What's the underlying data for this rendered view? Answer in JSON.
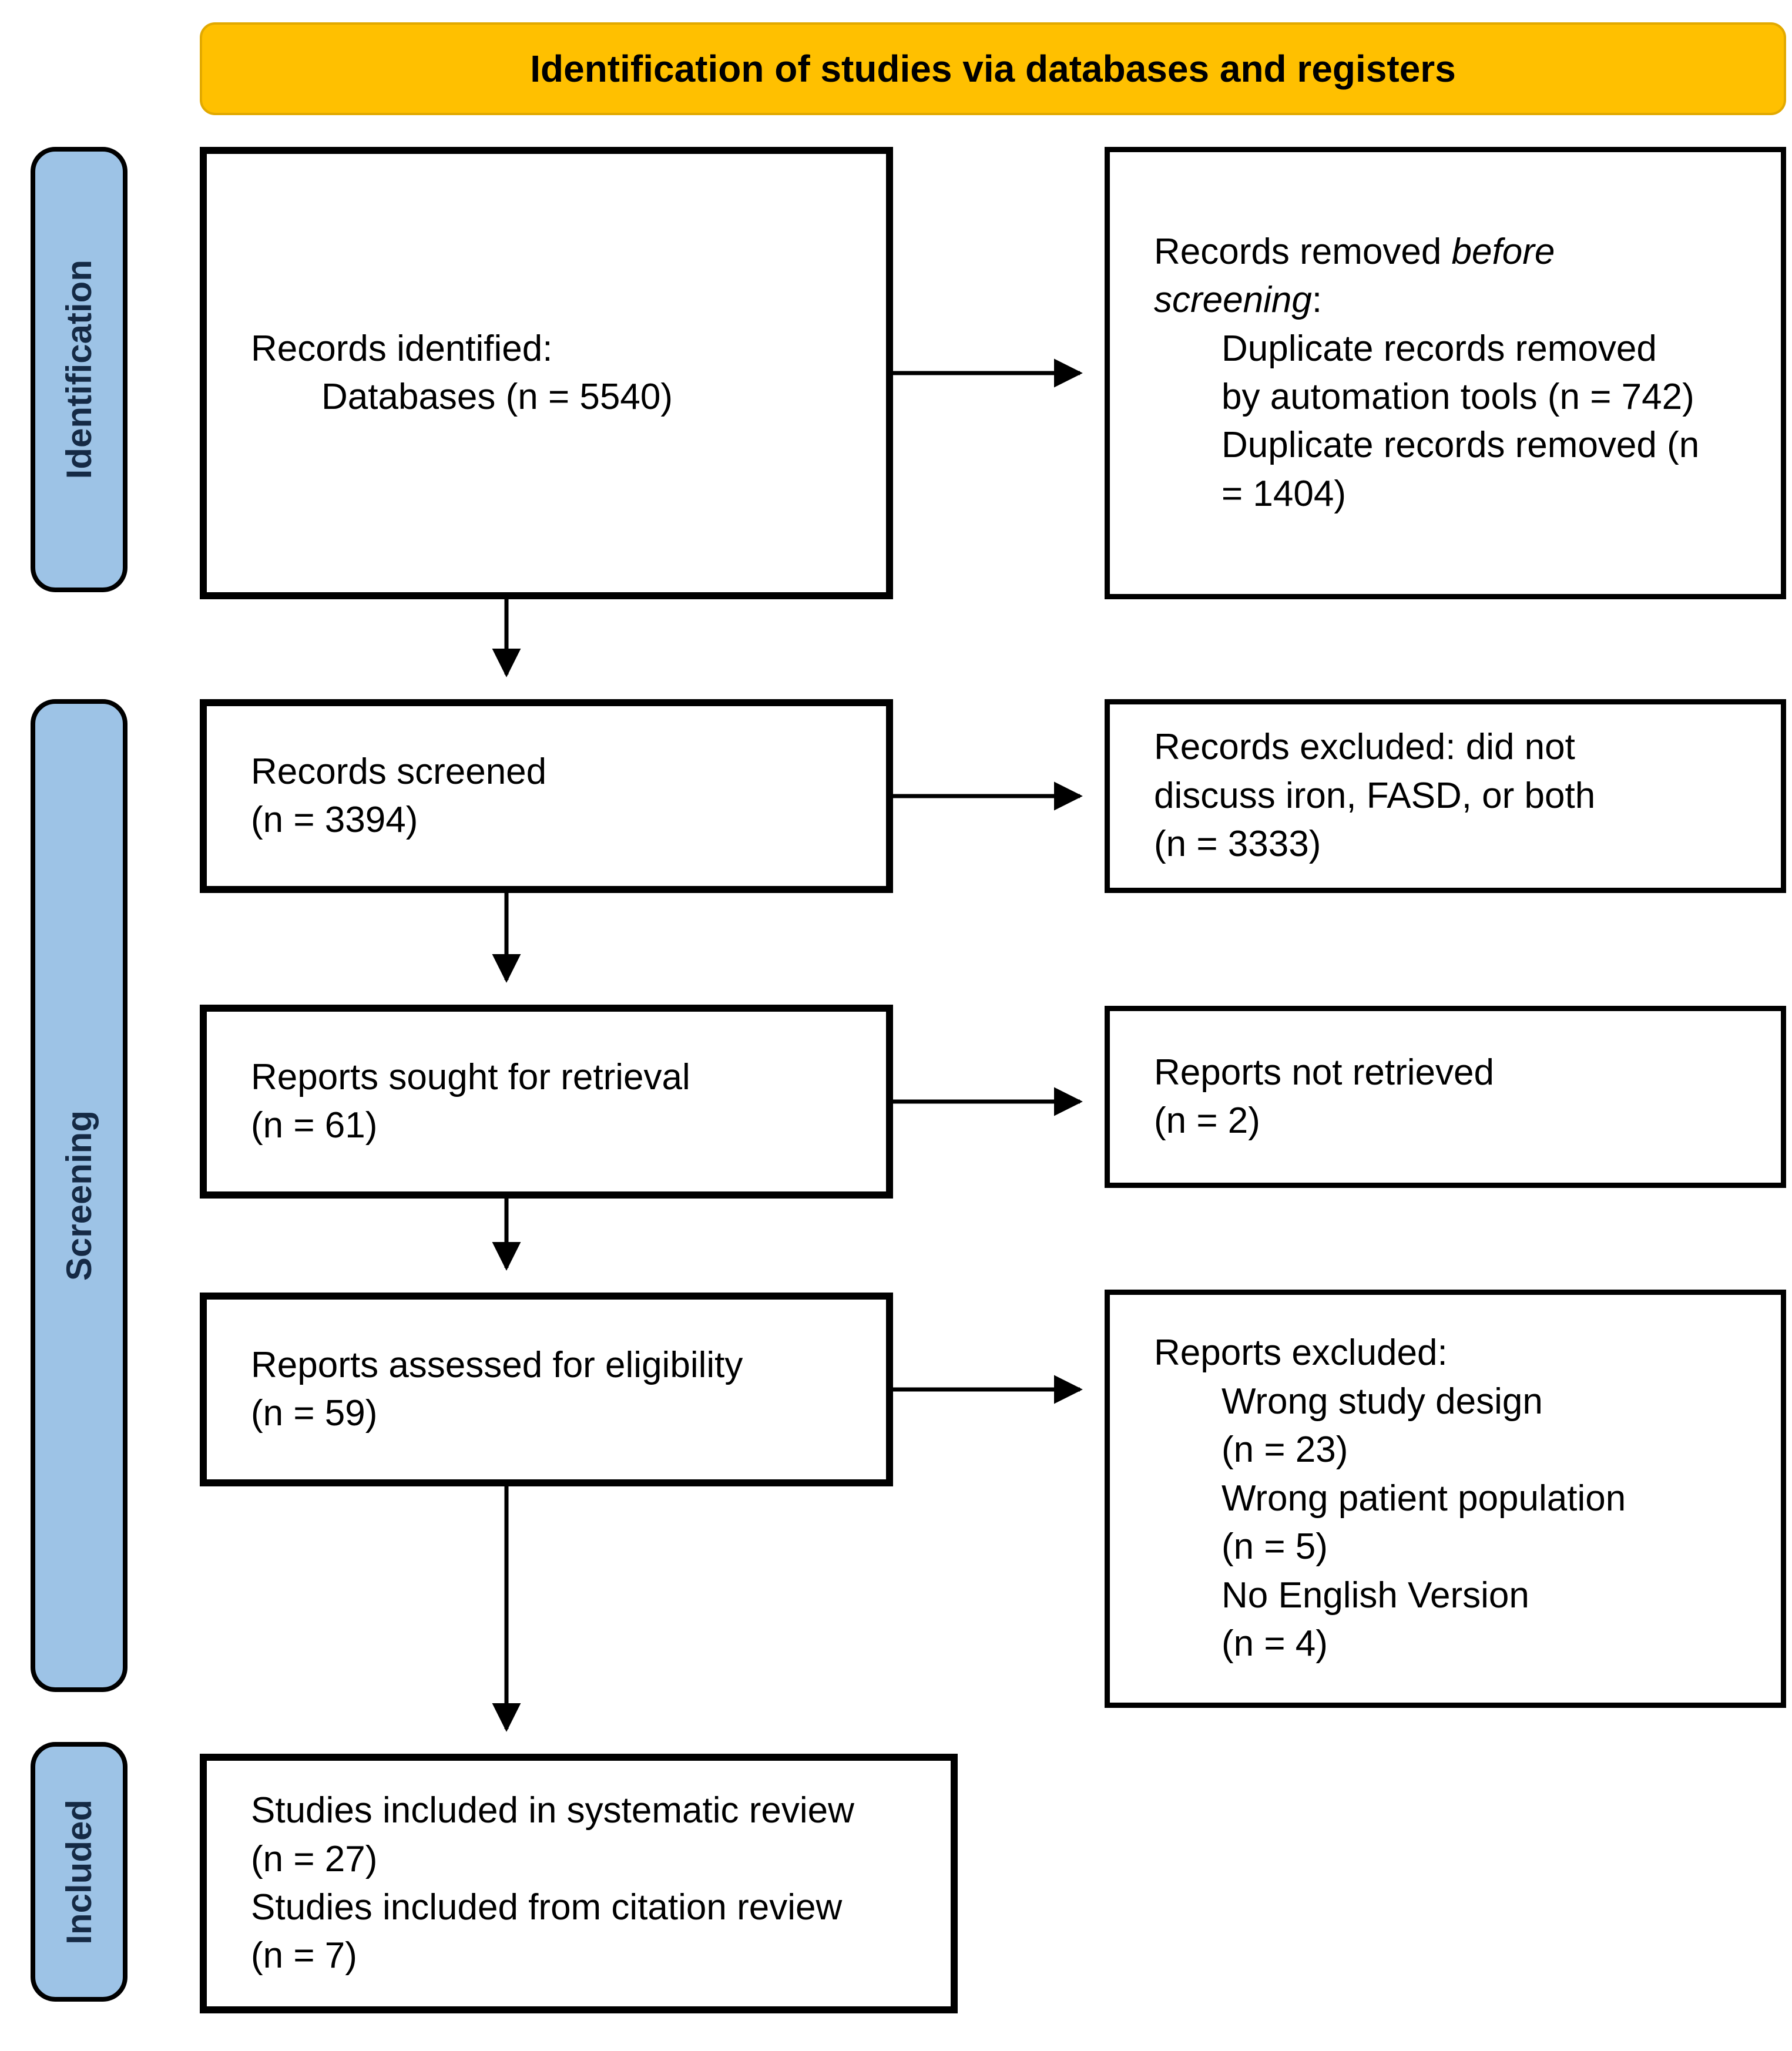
{
  "colors": {
    "header_bg": "#FFC000",
    "stage_bg": "#9DC3E6",
    "stage_text": "#152A45",
    "box_border": "#000000",
    "background": "#FFFFFF",
    "text": "#000000"
  },
  "header": {
    "title": "Identification of studies via databases and registers"
  },
  "stages": {
    "identification": {
      "label": "Identification"
    },
    "screening": {
      "label": "Screening"
    },
    "included": {
      "label": "Included"
    }
  },
  "boxes": {
    "records_identified": {
      "title": "Records identified:",
      "detail": "Databases (n = 5540)"
    },
    "records_removed": {
      "intro_prefix": "Records removed ",
      "intro_italic": "before screening",
      "intro_suffix": ":",
      "items": [
        "Duplicate records removed\nby automation tools (n = 742)",
        "Duplicate records removed (n\n= 1404)"
      ]
    },
    "records_screened": {
      "text": "Records screened\n(n = 3394)"
    },
    "records_excluded": {
      "text": "Records excluded: did not\ndiscuss iron, FASD, or both\n(n = 3333)"
    },
    "reports_sought": {
      "text": "Reports sought for retrieval\n(n = 61)"
    },
    "reports_not_retrieved": {
      "text": "Reports not retrieved\n(n = 2)"
    },
    "reports_assessed": {
      "text": "Reports assessed for eligibility\n(n = 59)"
    },
    "reports_excluded": {
      "title": "Reports excluded:",
      "items": [
        "Wrong study design\n(n = 23)",
        "Wrong patient population\n(n = 5)",
        "No English Version\n(n = 4)"
      ]
    },
    "studies_included": {
      "text": "Studies included in systematic review\n(n = 27)\nStudies included from citation review\n(n = 7)"
    }
  }
}
